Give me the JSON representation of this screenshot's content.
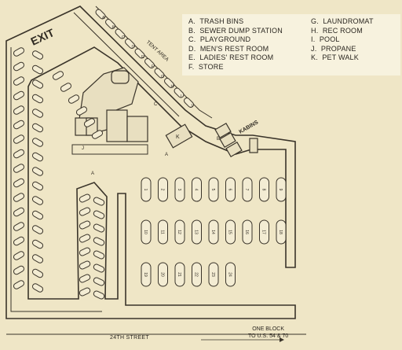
{
  "legend": {
    "left": [
      {
        "key": "A.",
        "text": "TRASH BINS"
      },
      {
        "key": "B.",
        "text": "SEWER DUMP STATION"
      },
      {
        "key": "C.",
        "text": "PLAYGROUND"
      },
      {
        "key": "D.",
        "text": "MEN'S REST ROOM"
      },
      {
        "key": "E.",
        "text": "LADIES' REST ROOM"
      },
      {
        "key": "F.",
        "text": "STORE"
      }
    ],
    "right": [
      {
        "key": "G.",
        "text": "LAUNDROMAT"
      },
      {
        "key": "H.",
        "text": "REC ROOM"
      },
      {
        "key": "I.",
        "text": "POOL"
      },
      {
        "key": "J.",
        "text": "PROPANE"
      },
      {
        "key": "K.",
        "text": "PET WALK"
      }
    ]
  },
  "labels": {
    "exit": "EXIT",
    "tent_area": "TENT AREA",
    "kabins": "KABINS",
    "street": "24TH STREET",
    "one_block_1": "ONE BLOCK",
    "one_block_2": "TO U.S. 54 & 70",
    "trash_a": "A",
    "trash_a2": "A",
    "playground_c": "C",
    "pet_k": "K",
    "propane_j": "J",
    "kabin_b": "B"
  },
  "tent_sites": [
    "A",
    "B",
    "C",
    "D",
    "E",
    "F",
    "G",
    "H",
    "I",
    "J"
  ],
  "grid_sites": [
    [
      "1",
      "2",
      "3",
      "4",
      "5",
      "6",
      "7",
      "8",
      "9"
    ],
    [
      "10",
      "11",
      "12",
      "13",
      "14",
      "15",
      "16",
      "17",
      "18"
    ],
    [
      "19",
      "20",
      "21",
      "22",
      "23",
      "24"
    ]
  ],
  "colors": {
    "paper": "#efe6c6",
    "ink": "#3a342a",
    "legend_bg": "#f7f2de"
  }
}
